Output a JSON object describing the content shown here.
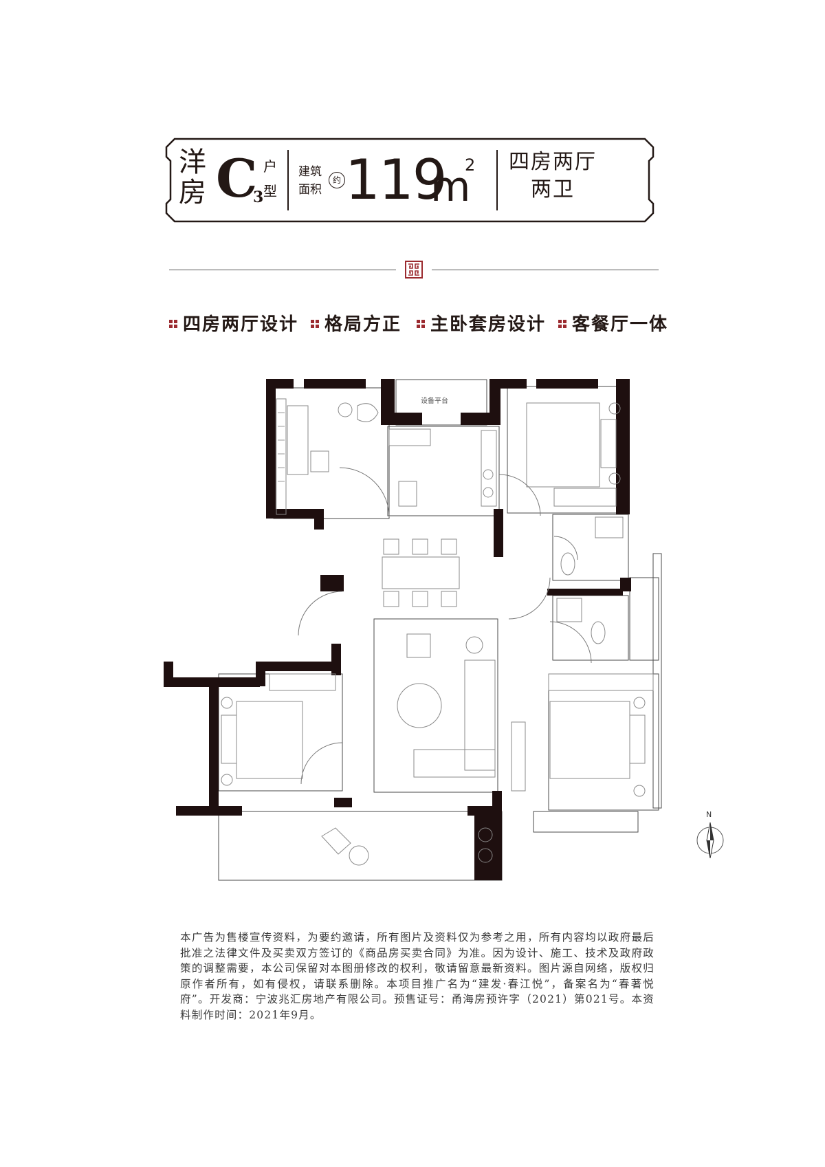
{
  "header": {
    "type_label_top": "洋",
    "type_label_bottom": "房",
    "unit_letter": "C",
    "unit_number": "3",
    "hu_char": "户",
    "xing_char": "型",
    "area_label_line1": "建筑",
    "area_label_line2": "面积",
    "approx_char": "约",
    "area_value": "119",
    "area_unit": "m",
    "area_unit_sup": "2",
    "layout_line1": "四房两厅",
    "layout_line2": "两卫"
  },
  "features": [
    {
      "label": "四房两厅设计"
    },
    {
      "label": "格局方正"
    },
    {
      "label": "主卧套房设计"
    },
    {
      "label": "客餐厅一体"
    }
  ],
  "plan": {
    "equipment_platform_label": "设备平台"
  },
  "compass": {
    "north_label": "N"
  },
  "disclaimer": "本广告为售楼宣传资料，为要约邀请，所有图片及资料仅为参考之用，所有内容均以政府最后批准之法律文件及买卖双方签订的《商品房买卖合同》为准。因为设计、施工、技术及政府政策的调整需要，本公司保留对本图册修改的权利，敬请留意最新资料。图片源自网络，版权归原作者所有，如有侵权，请联系删除。本项目推广名为“建发·春江悦”，备案名为“春著悦府”。开发商：宁波兆汇房地产有限公司。预售证号：甬海房预许字（2021）第021号。本资料制作时间：2021年9月。",
  "colors": {
    "ink": "#231815",
    "accent": "#9b2a2f",
    "wall": "#1e0f0f"
  }
}
